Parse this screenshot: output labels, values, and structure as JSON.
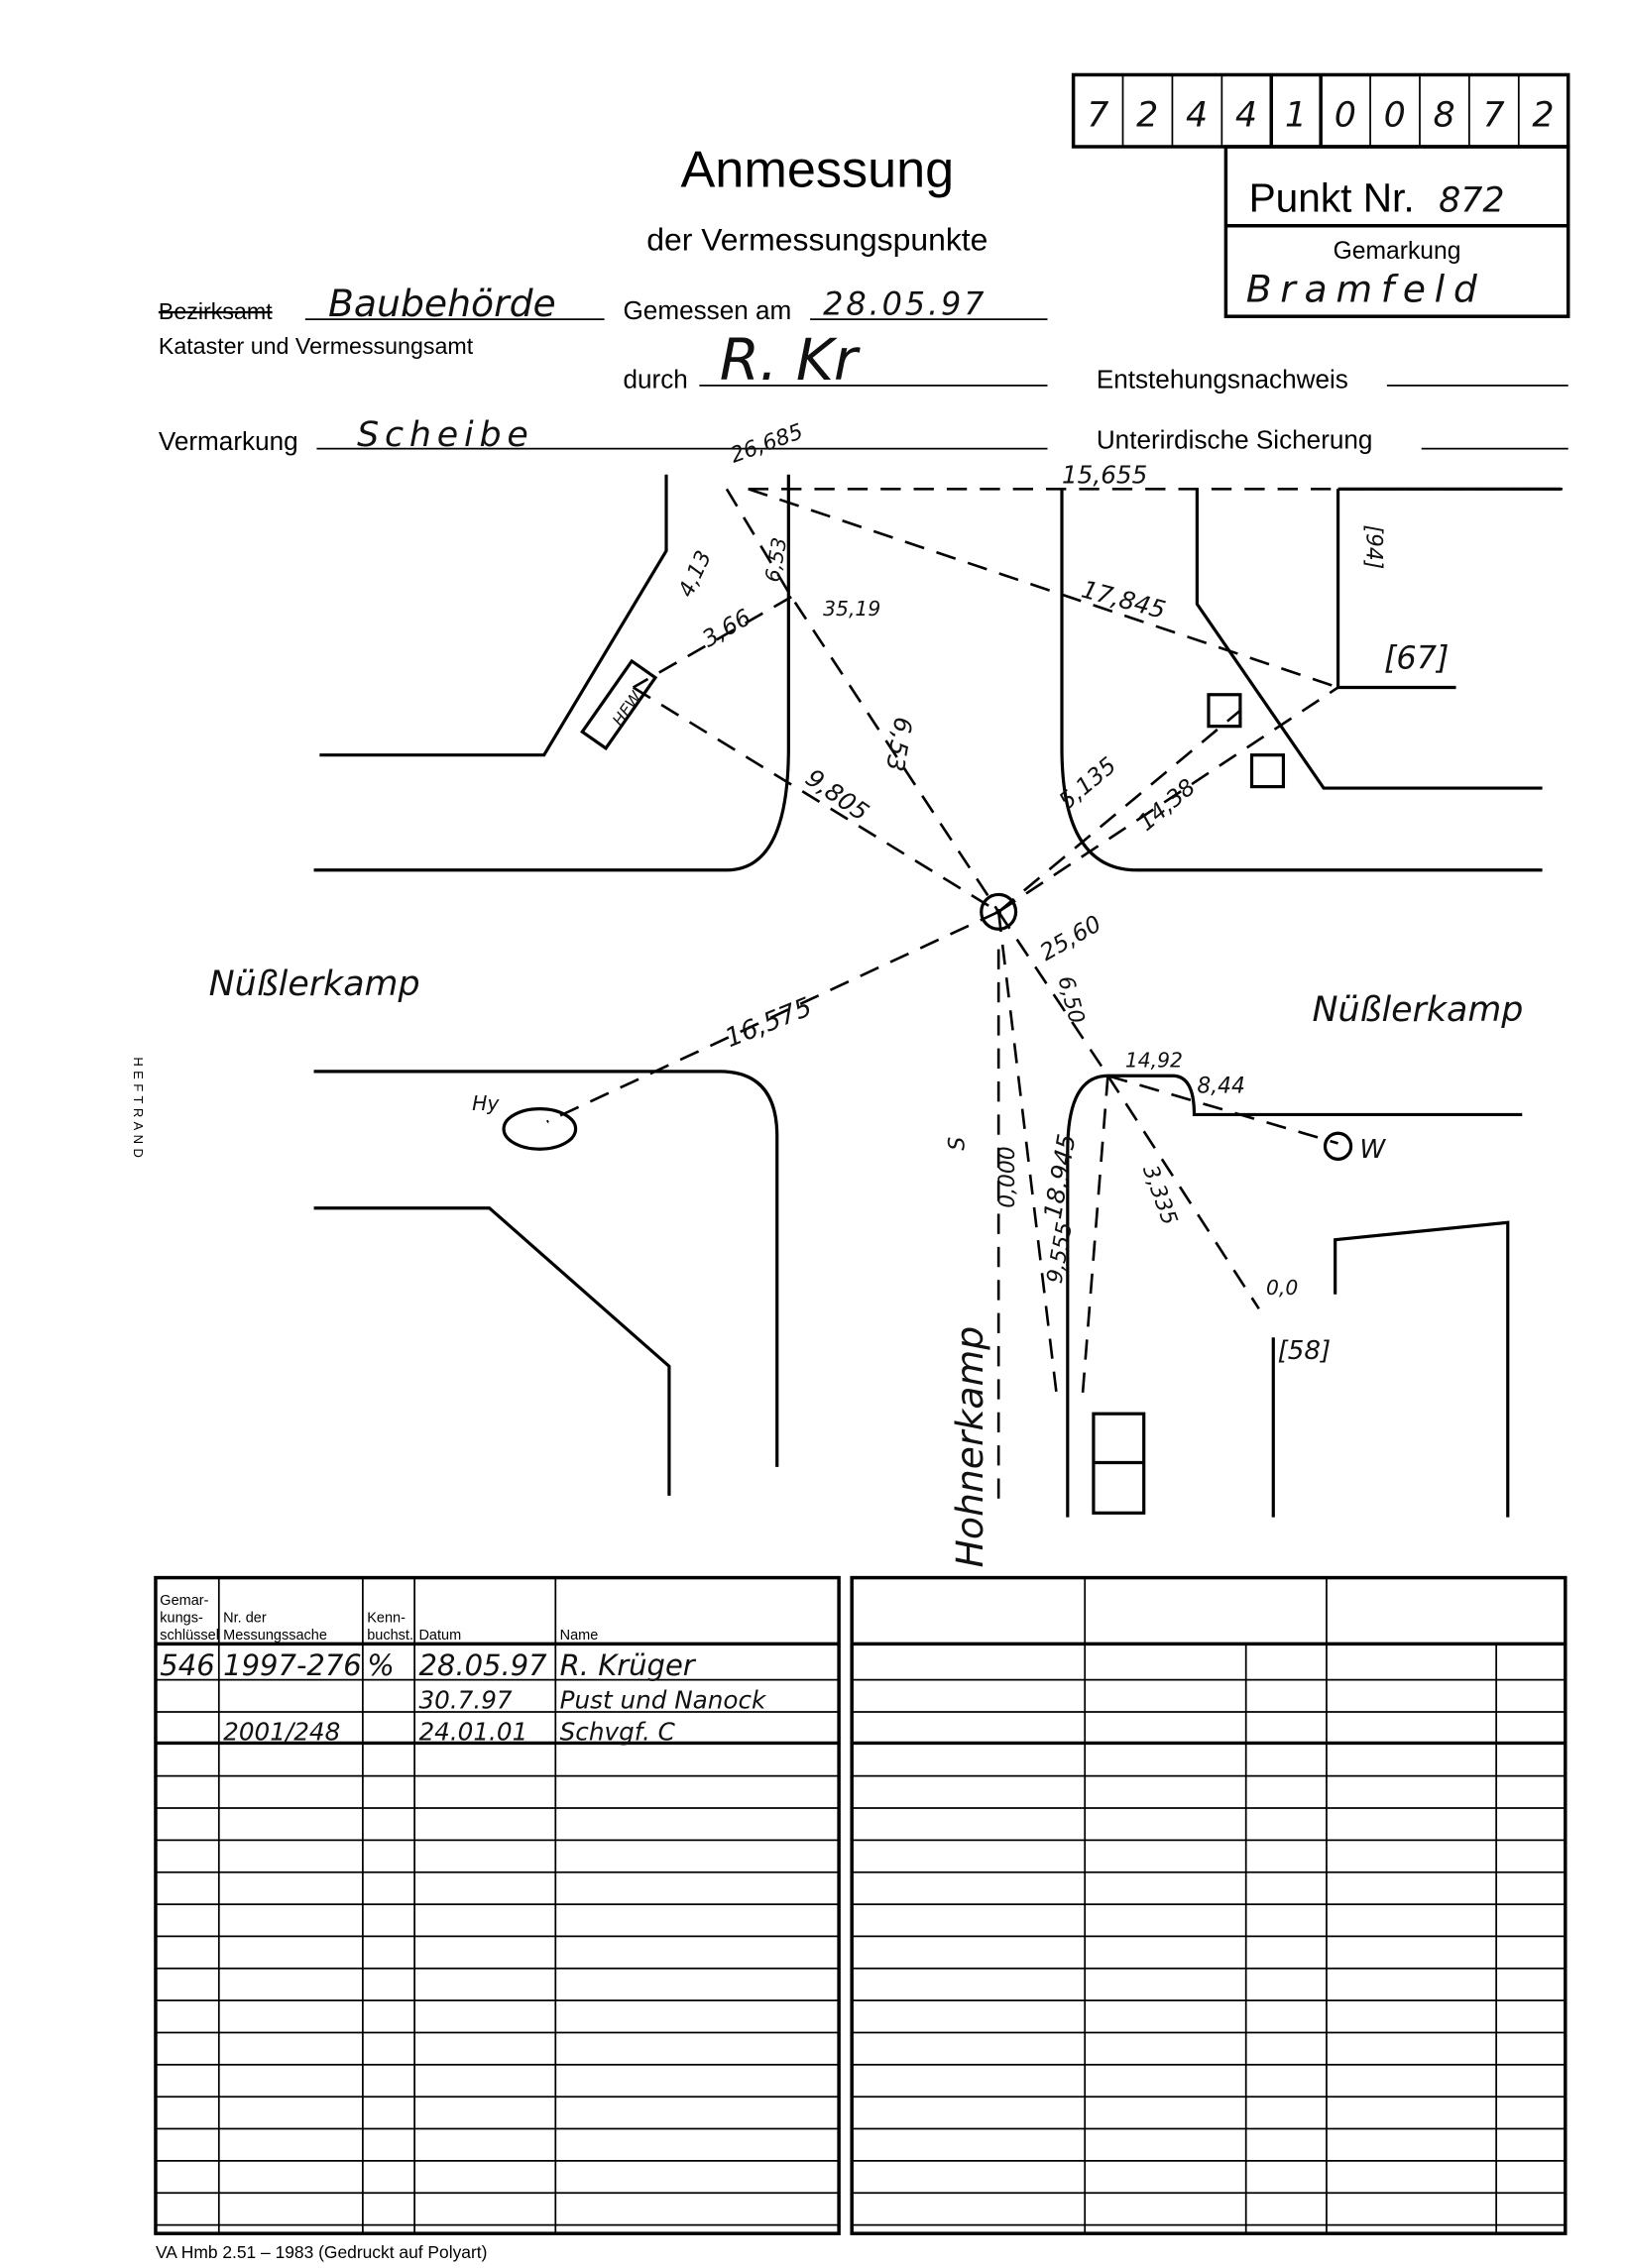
{
  "form": {
    "id_digits": [
      "7",
      "2",
      "4",
      "4",
      "1",
      "0",
      "0",
      "8",
      "7",
      "2"
    ],
    "title": "Anmessung",
    "subtitle": "der Vermessungspunkte",
    "punkt_label": "Punkt Nr.",
    "punkt_value": "872",
    "gemarkung_label": "Gemarkung",
    "gemarkung_value": "Bramfeld",
    "bezirksamt_struck": "Bezirksamt",
    "bezirksamt_value": "Baubehörde",
    "kataster": "Kataster und Vermessungsamt",
    "gemessen_label": "Gemessen am",
    "gemessen_value": "28.05.97",
    "durch_label": "durch",
    "durch_value": "R. Kr",
    "entstehung_label": "Entstehungsnachweis",
    "vermarkung_label": "Vermarkung",
    "vermarkung_value": "Scheibe",
    "sicherung_label": "Unterirdische Sicherung",
    "heftrand": "HEFTRAND",
    "footer": "VA Hmb 2.51 – 1983 (Gedruckt auf Polyart)"
  },
  "sketch": {
    "labels": {
      "m1": "26,685",
      "m2": "15,655",
      "m3": "17,845",
      "m4": "4,13",
      "m5": "6,53",
      "m6": "3,66",
      "m7": "35,19",
      "m8": "6,53",
      "m9": "9,805",
      "m10": "5,135",
      "m11": "14,38",
      "m12": "25,60",
      "m13": "16,575",
      "m14": "6,50",
      "m15": "14,92",
      "m16": "8,44",
      "m17": "18,945",
      "m18": "9,555",
      "m19": "3,335",
      "m20": "0,0",
      "m21": "0,000",
      "m22": "S",
      "hew": "HEW",
      "bldg67": "[67]",
      "bldg94": "[94]",
      "bldg58": "[58]",
      "hy": "Hy",
      "w": "W",
      "street1": "Nüßlerkamp",
      "street2": "Nüßlerkamp",
      "street3": "Hohnerkamp"
    }
  },
  "table": {
    "headers": [
      "Gemar-kungs-schlüssel",
      "Nr. der Messungssache",
      "Kenn-buchst.",
      "Datum",
      "Name"
    ],
    "header_lines": [
      [
        "Gemar-",
        "kungs-",
        "schlüssel"
      ],
      [
        "Nr. der",
        "Messungssache"
      ],
      [
        "Kenn-",
        "buchst."
      ],
      [
        "Datum"
      ],
      [
        "Name"
      ]
    ],
    "rows": [
      [
        "546",
        "1997-276",
        "%",
        "28.05.97",
        "R. Krüger"
      ],
      [
        "",
        "",
        "",
        "30.7.97",
        "Pust und Nanock"
      ],
      [
        "",
        "2001/248",
        "",
        "24.01.01",
        "Schvgf. C"
      ]
    ]
  }
}
